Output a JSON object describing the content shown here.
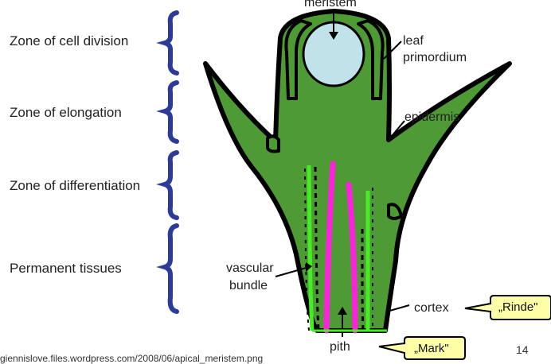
{
  "zones": [
    {
      "label": "Zone of cell division"
    },
    {
      "label": "Zone of elongation"
    },
    {
      "label": "Zone of differentiation"
    },
    {
      "label": "Permanent tissues"
    }
  ],
  "labels": {
    "meristem": "meristem",
    "leaf_primordium_line1": "leaf",
    "leaf_primordium_line2": "primordium",
    "epidermis": "epidermis",
    "vascular_bundle_line1": "vascular",
    "vascular_bundle_line2": "bundle",
    "cortex": "cortex",
    "pith": "pith"
  },
  "callouts": {
    "rinde": "„Rinde\"",
    "mark": "„Mark\""
  },
  "source_text": "giennislove.files.wordpress.com/2008/06/apical_meristem.png",
  "page_number": "14",
  "colors": {
    "plant_green": "#4e9a34",
    "outline": "#000000",
    "meristem_fill": "#bfe3e8",
    "brace_blue": "#2c3a9a",
    "phloem_green": "#44ee22",
    "pith_magenta": "#ff22dd",
    "callout_fill": "#ffffa8"
  }
}
